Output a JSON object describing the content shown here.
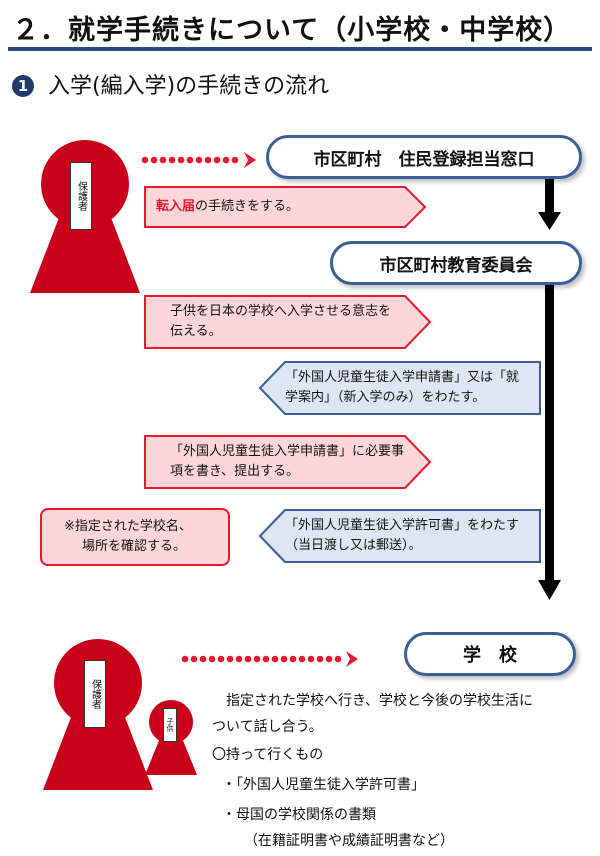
{
  "title": "２．就学手続きについて（小学校・中学校）",
  "section": {
    "number": "❶",
    "title": "入学(編入学)の手続きの流れ"
  },
  "figures": {
    "guardian_label": "保護者",
    "child_label": "子供"
  },
  "offices": {
    "registration": "市区町村　住民登録担当窓口",
    "board": "市区町村教育委員会",
    "school": "学　校"
  },
  "steps": {
    "move_in_highlight": "転入届",
    "move_in_rest": "の手続きをする。",
    "intent_line1": "子供を日本の学校へ入学させる意志を",
    "intent_line2": "伝える。",
    "application_give_line1": "「外国人児童生徒入学申請書」又は「就",
    "application_give_line2": "学案内」（新入学のみ）をわたす。",
    "application_fill_line1": "「外国人児童生徒入学申請書」に必要事",
    "application_fill_line2": "項を書き、提出する。",
    "permit_line1": "「外国人児童生徒入学許可書」をわたす",
    "permit_line2": "（当日渡し又は郵送）。",
    "note_line1": "※指定された学校名、",
    "note_line2": "場所を確認する。"
  },
  "school_visit": {
    "line1": "指定された学校へ行き、学校と今後の学校生活に",
    "line2": "ついて話し合う。",
    "bring_heading": "〇持って行くもの",
    "item1": "・「外国人児童生徒入学許可書」",
    "item2": "・母国の学校関係の書類",
    "item2_note": "（在籍証明書や成績証明書など）"
  },
  "colors": {
    "accent_red": "#e8192c",
    "light_red": "#fdd6da",
    "light_blue": "#dde6f2",
    "navy": "#2c4a7e",
    "figure_red": "#c8001a"
  }
}
